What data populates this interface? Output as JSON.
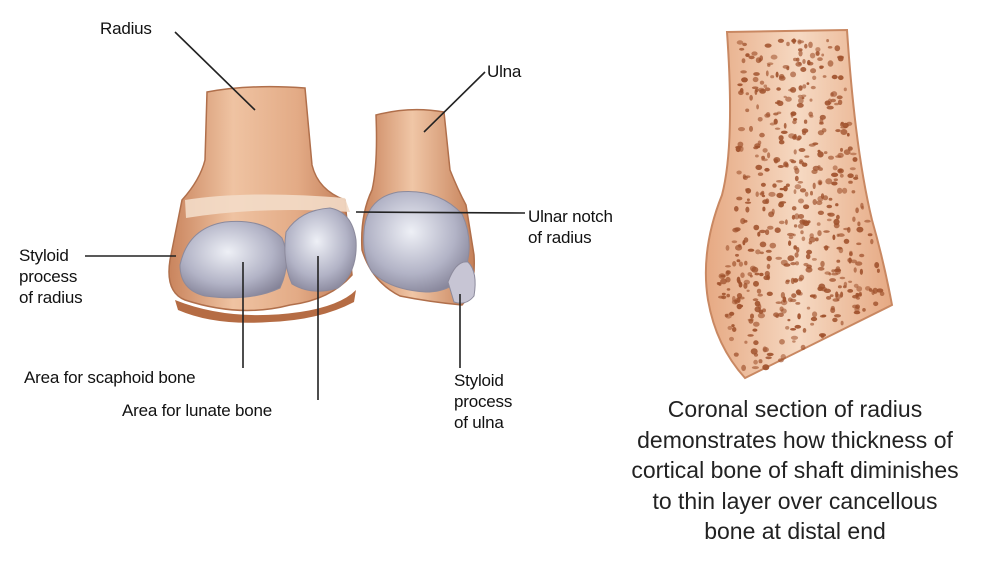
{
  "labels": {
    "radius": "Radius",
    "ulna": "Ulna",
    "ulnar_notch": [
      "Ulnar notch",
      "of radius"
    ],
    "styloid_radius": [
      "Styloid",
      "process",
      "of radius"
    ],
    "area_scaphoid": "Area for scaphoid bone",
    "area_lunate": "Area for lunate bone",
    "styloid_ulna": [
      "Styloid",
      "process",
      "of ulna"
    ]
  },
  "caption": [
    "Coronal section of radius",
    "demonstrates how thickness of",
    "cortical bone of shaft diminishes",
    "to thin layer over cancellous",
    "bone at distal end"
  ],
  "colors": {
    "bone_tan": "#d99a72",
    "bone_light": "#eab896",
    "cartilage": "#a8a8ba",
    "cancellous_dot": "#a0522d"
  }
}
